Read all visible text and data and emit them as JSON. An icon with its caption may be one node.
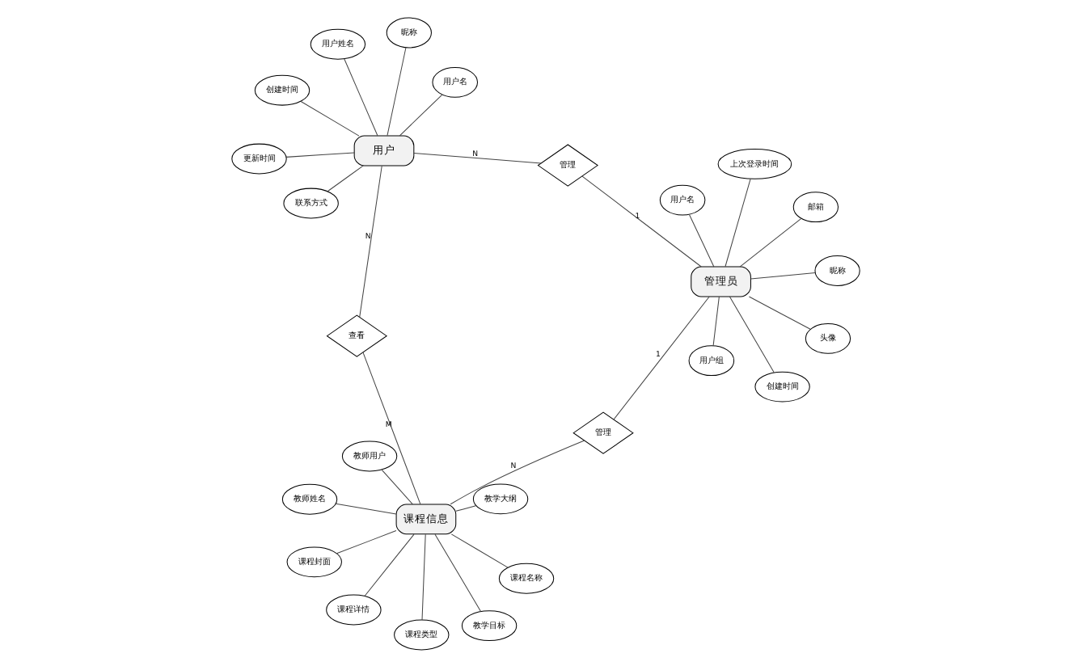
{
  "diagram": {
    "nodes": [
      {
        "text": [
          "课程封面"
        ]
      },
      {
        "text": [
          "课程名称"
        ]
      },
      {
        "text": [
          "课程类型"
        ]
      },
      {
        "text": [
          "教师用户"
        ]
      },
      {
        "text": [
          "教学大纲"
        ]
      },
      {
        "text": [
          "教师姓名"
        ]
      },
      {
        "text": [
          "课程详情"
        ]
      },
      {
        "text": [
          "教学目标"
        ]
      },
      {
        "text": [
          "课程信息"
        ]
      },
      {
        "text": [
          "管理"
        ]
      },
      {
        "text": [
          "查看"
        ]
      },
      {
        "text": [
          "更新时间"
        ]
      },
      {
        "text": [
          "昵称"
        ]
      },
      {
        "text": [
          "管理员"
        ]
      },
      {
        "text": [
          "管理"
        ]
      },
      {
        "text": [
          "用户"
        ]
      },
      {
        "text": [
          "头像"
        ]
      },
      {
        "text": [
          "上次登录时间"
        ]
      },
      {
        "text": [
          "创建时间"
        ]
      },
      {
        "text": [
          "用户名"
        ]
      },
      {
        "text": [
          "创建时间"
        ]
      },
      {
        "text": [
          "用户组"
        ]
      },
      {
        "text": [
          "邮箱"
        ]
      },
      {
        "text": [
          "昵称"
        ]
      },
      {
        "text": [
          "用户姓名"
        ]
      },
      {
        "text": [
          "联系方式"
        ]
      },
      {
        "text": [
          "用户名"
        ]
      }
    ],
    "edges": [
      {
        "from": 0,
        "to": 8,
        "arrow": "none"
      },
      {
        "from": 1,
        "to": 8,
        "arrow": "none"
      },
      {
        "from": 2,
        "to": 8,
        "arrow": "none"
      },
      {
        "from": 3,
        "to": 8,
        "arrow": "none"
      },
      {
        "from": 4,
        "to": 8,
        "arrow": "none"
      },
      {
        "from": 5,
        "to": 8,
        "arrow": "none"
      },
      {
        "from": 6,
        "to": 8,
        "arrow": "none"
      },
      {
        "from": 7,
        "to": 8,
        "arrow": "none"
      },
      {
        "from": 8,
        "to": 9,
        "arrow": "none",
        "label": "N"
      },
      {
        "from": 9,
        "to": 13,
        "arrow": "none",
        "label": "1"
      },
      {
        "from": 8,
        "to": 10,
        "arrow": "none",
        "label": "M"
      },
      {
        "from": 10,
        "to": 15,
        "arrow": "none",
        "label": "N"
      },
      {
        "from": 13,
        "to": 14,
        "arrow": "none",
        "label": "1"
      },
      {
        "from": 14,
        "to": 15,
        "arrow": "none",
        "label": "N"
      },
      {
        "from": 11,
        "to": 15,
        "arrow": "none"
      },
      {
        "from": 12,
        "to": 13,
        "arrow": "none"
      },
      {
        "from": 16,
        "to": 13,
        "arrow": "none"
      },
      {
        "from": 17,
        "to": 13,
        "arrow": "none"
      },
      {
        "from": 18,
        "to": 15,
        "arrow": "none"
      },
      {
        "from": 19,
        "to": 13,
        "arrow": "none"
      },
      {
        "from": 20,
        "to": 13,
        "arrow": "none"
      },
      {
        "from": 21,
        "to": 13,
        "arrow": "none"
      },
      {
        "from": 22,
        "to": 13,
        "arrow": "none"
      },
      {
        "from": 23,
        "to": 15,
        "arrow": "none"
      },
      {
        "from": 24,
        "to": 15,
        "arrow": "none"
      },
      {
        "from": 25,
        "to": 15,
        "arrow": "none"
      },
      {
        "from": 26,
        "to": 15,
        "arrow": "none"
      }
    ]
  }
}
